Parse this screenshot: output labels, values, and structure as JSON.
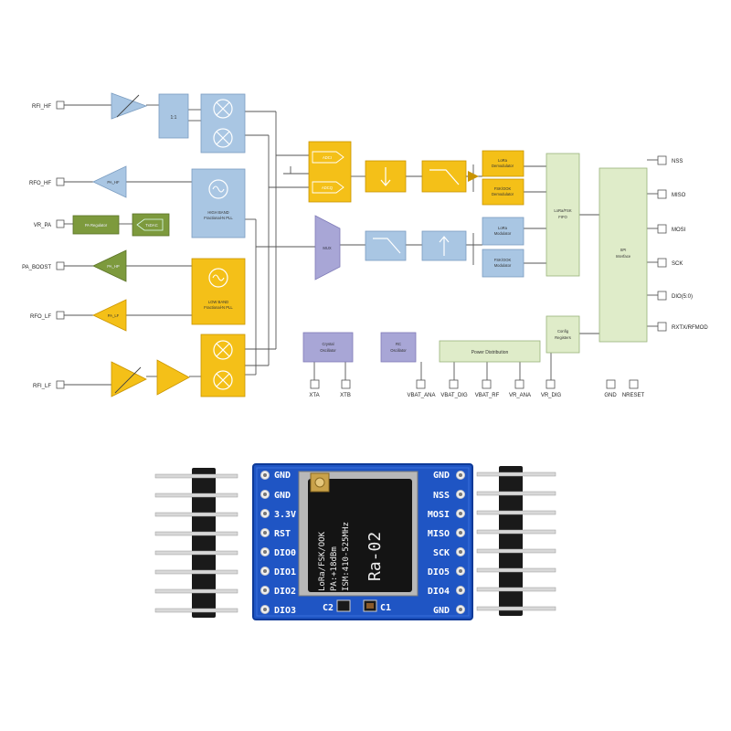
{
  "diagram": {
    "left_pins": [
      "RFI_HF",
      "RFO_HF",
      "VR_PA",
      "PA_BOOST",
      "RFO_LF",
      "RFI_LF"
    ],
    "right_pins": [
      "NSS",
      "MISO",
      "MOSI",
      "SCK",
      "DIO(5:0)",
      "RXTX/RFMOD"
    ],
    "bottom_pins": [
      "XTA",
      "XTB",
      "VBAT_ANA",
      "VBAT_DIG",
      "VBAT_RF",
      "VR_ANA",
      "VR_DIG",
      "GND",
      "NRESET"
    ],
    "blocks": {
      "ratio": "1:1",
      "pa_hf": "PA_HF",
      "pa_regulator": "PA Regulator",
      "txdac": "TxDAC",
      "pa_hp": "PA_HP",
      "pa_lf": "PA_LF",
      "high_band_pll_1": "HIGH BAND",
      "high_band_pll_2": "Fractional-N PLL",
      "low_band_pll_1": "LOW BAND",
      "low_band_pll_2": "Fractional-N PLL",
      "adc_i": "ADCI",
      "adc_q": "ADCQ",
      "mux": "MUX",
      "lora_demod_1": "LoRa",
      "lora_demod_2": "Demodulator",
      "fsk_demod_1": "FSK/OOK",
      "fsk_demod_2": "Demodulator",
      "lora_mod_1": "LoRa",
      "lora_mod_2": "Modulator",
      "fsk_mod_1": "FSK/OOK",
      "fsk_mod_2": "Modulator",
      "fifo_1": "LoRa/FSK",
      "fifo_2": "FIFO",
      "spi_1": "SPI",
      "spi_2": "Interface",
      "crystal_1": "Crystal",
      "crystal_2": "Oscillator",
      "rc_1": "RC",
      "rc_2": "Oscillator",
      "power_distribution": "Power Distribution",
      "config_1": "Config",
      "config_2": "Registers"
    }
  },
  "board": {
    "left_labels": [
      "GND",
      "GND",
      "3.3V",
      "RST",
      "DIO0",
      "DIO1",
      "DIO2",
      "DIO3"
    ],
    "right_labels": [
      "GND",
      "NSS",
      "MOSI",
      "MISO",
      "SCK",
      "DIO5",
      "DIO4",
      "GND"
    ],
    "cap_left": "C2",
    "cap_right": "C1",
    "module": {
      "name": "Ra-02",
      "line1": "ISM:410-525MHz",
      "line2": "PA:+18dBm",
      "line3": "LoRa/FSK/OOK"
    }
  },
  "colors": {
    "yellow": "#f4c018",
    "blue": "#a9c6e3",
    "pcb_blue": "#1f55c4",
    "green": "#7d9a3d"
  }
}
